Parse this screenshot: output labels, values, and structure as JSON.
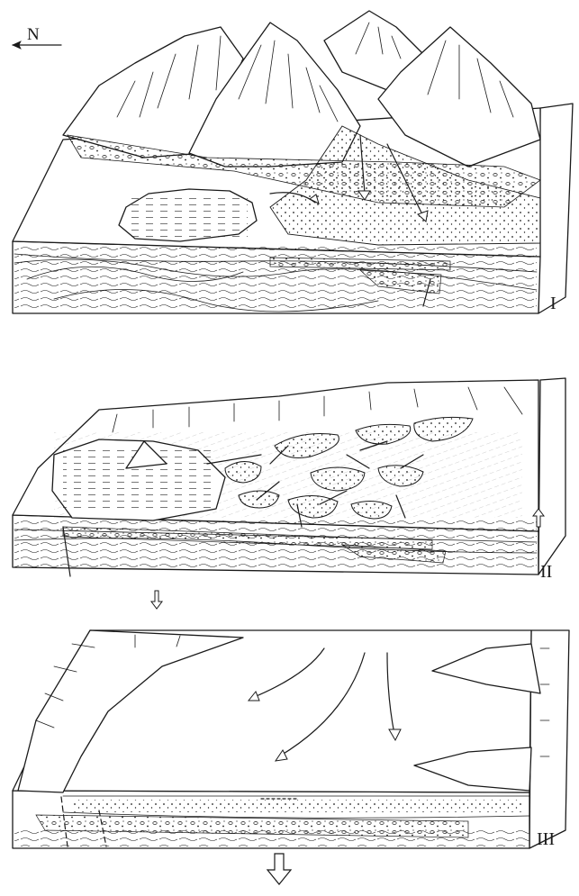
{
  "compass": {
    "label": "N"
  },
  "panels": [
    {
      "id": "panel-1",
      "numeral": "I"
    },
    {
      "id": "panel-2",
      "numeral": "II"
    },
    {
      "id": "panel-3",
      "numeral": "III"
    }
  ]
}
